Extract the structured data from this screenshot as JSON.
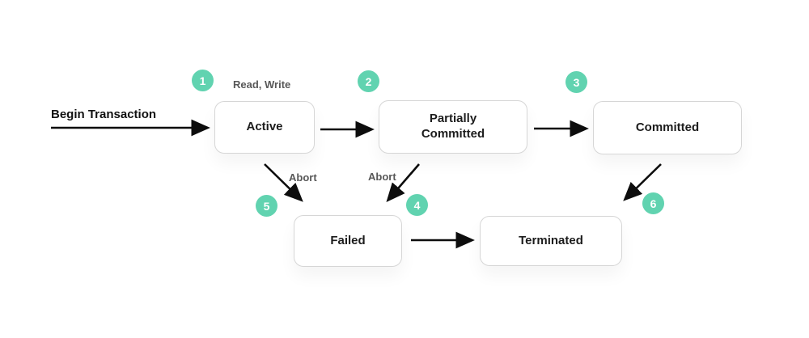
{
  "diagram": {
    "states": [
      {
        "id": "active",
        "label": "Active"
      },
      {
        "id": "partially-committed",
        "label": "Partially Committed"
      },
      {
        "id": "committed",
        "label": "Committed"
      },
      {
        "id": "failed",
        "label": "Failed"
      },
      {
        "id": "terminated",
        "label": "Terminated"
      }
    ],
    "labels": {
      "begin_transaction": "Begin Transaction",
      "read_write": "Read, Write",
      "abort_from_active": "Abort",
      "abort_from_partially_committed": "Abort"
    },
    "badges": [
      "1",
      "2",
      "3",
      "4",
      "5",
      "6"
    ],
    "colors": {
      "badge_teal": "#61d3b0",
      "arrow_black": "#0d0d0d",
      "box_border": "#d6d6d6",
      "secondary_label_gray": "#585858"
    }
  }
}
